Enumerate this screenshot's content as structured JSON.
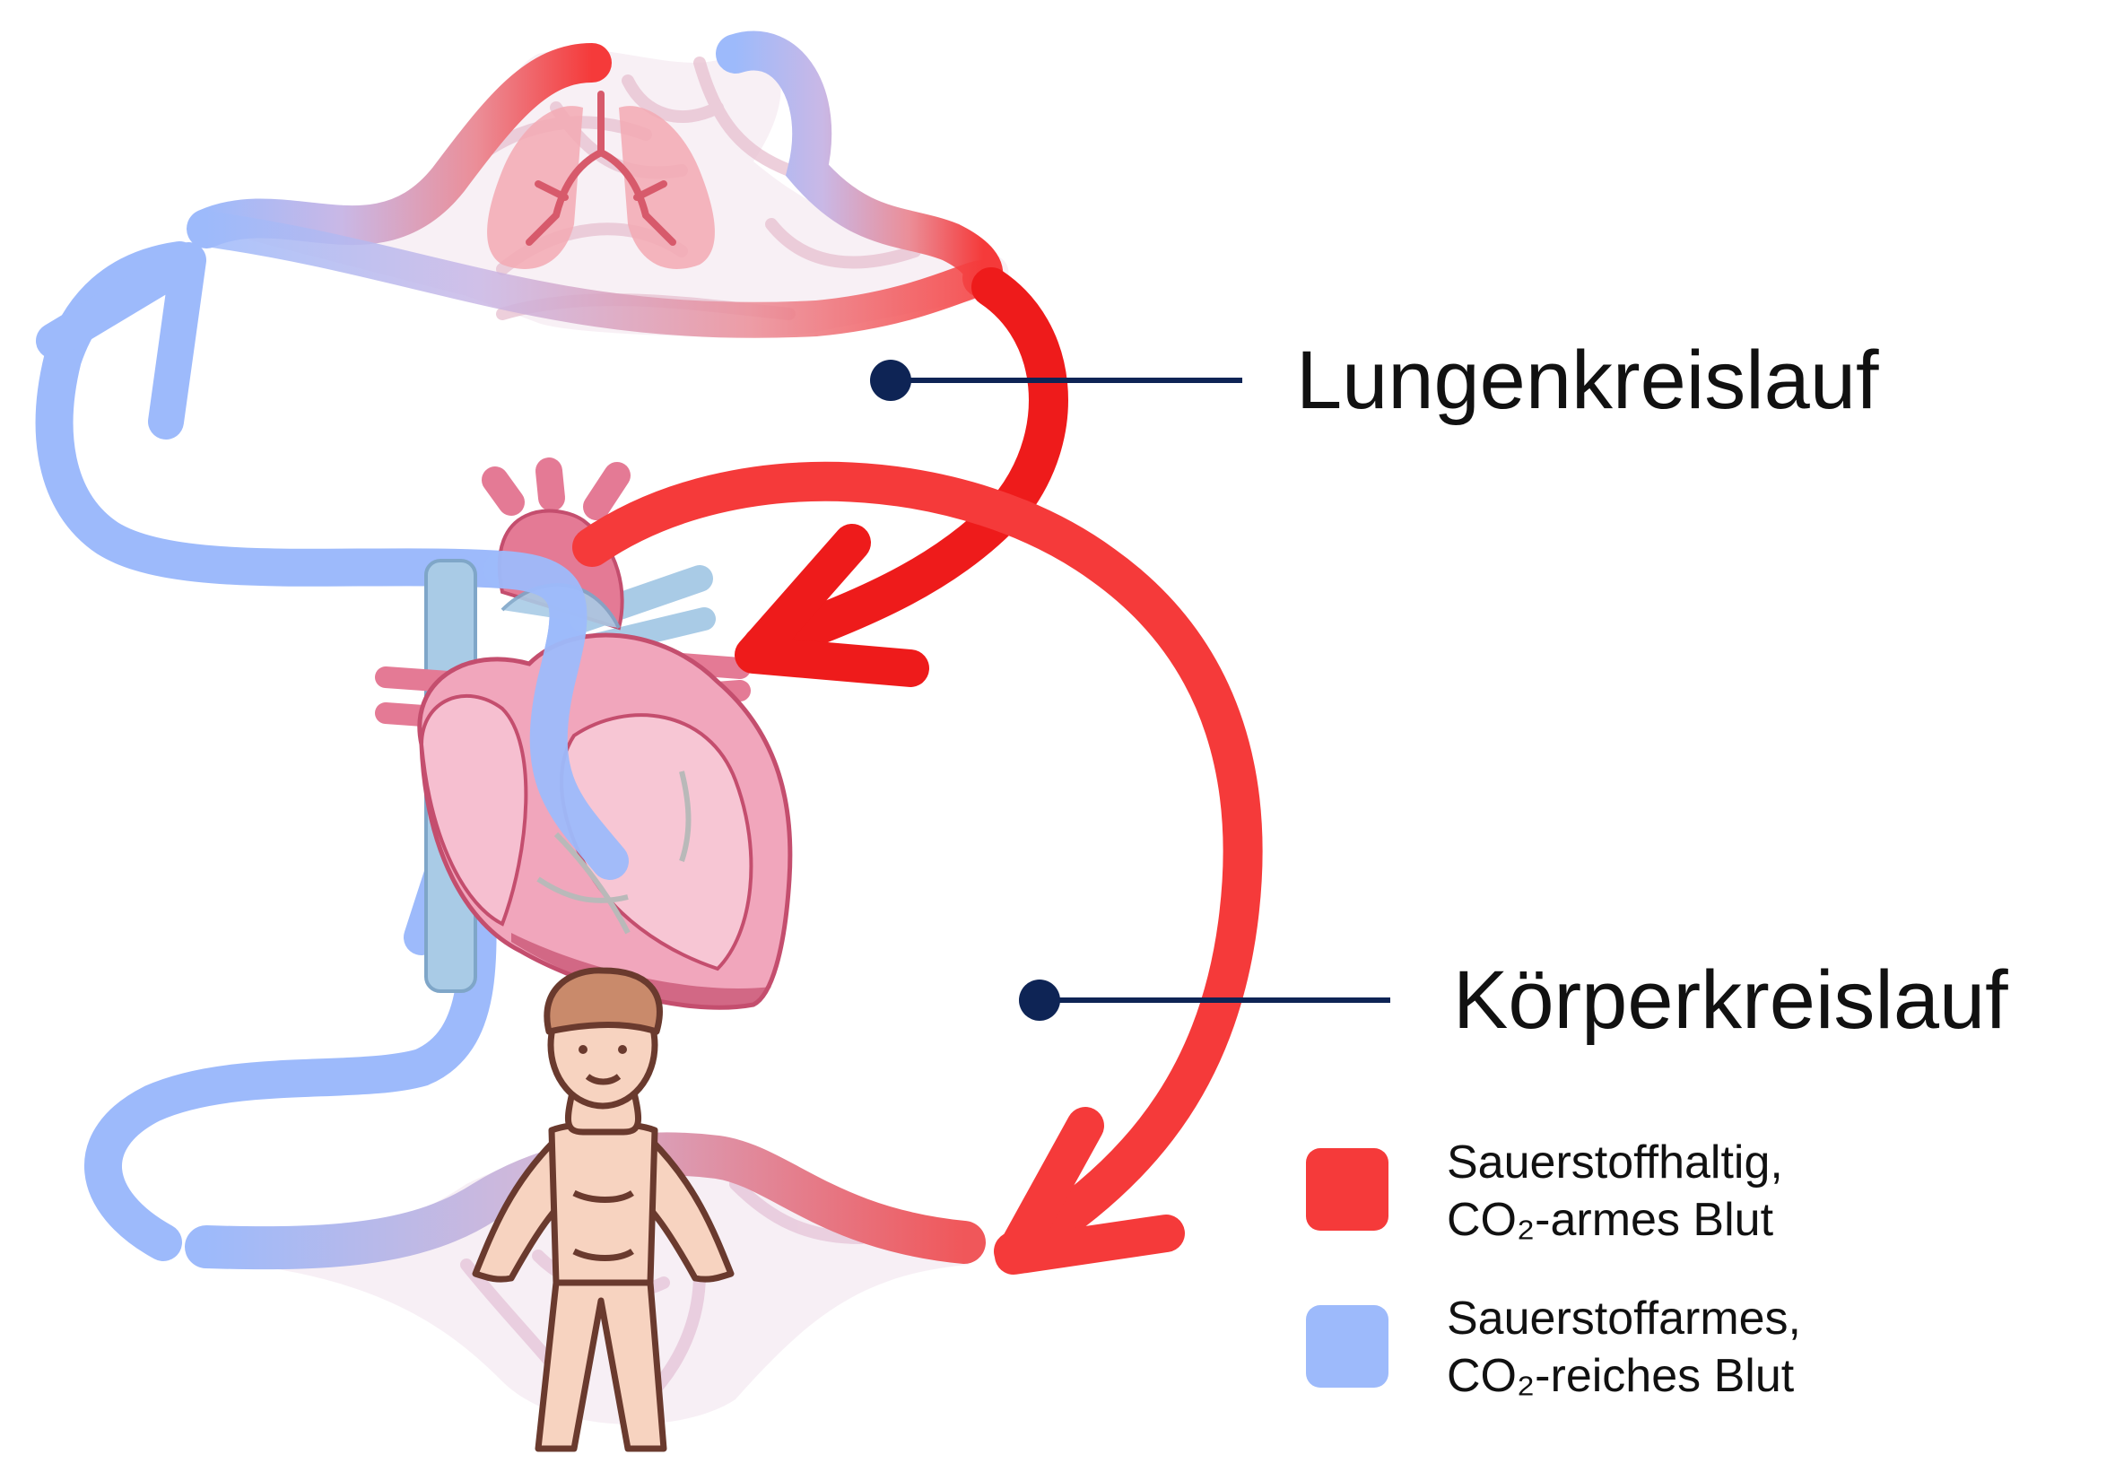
{
  "labels": {
    "pulmonary": "Lungenkreislauf",
    "systemic": "Körperkreislauf"
  },
  "legend": [
    {
      "color": "#F53A3A",
      "line1": "Sauerstoffhaltig,",
      "line2": "CO₂-armes Blut"
    },
    {
      "color": "#9DBAFB",
      "line1": "Sauerstoffarmes,",
      "line2": "CO₂-reiches Blut"
    }
  ],
  "colors": {
    "oxygenated": "#F53A3A",
    "deoxygenated": "#9DBAFB",
    "pointer": "#0E2455",
    "heart": "#EE8EA8",
    "vein": "#A9CBE6",
    "skin": "#F7D3C0",
    "hair": "#C98A6B"
  },
  "icons": [
    "lungs-icon",
    "heart-icon",
    "person-icon",
    "capillary-network-icon"
  ]
}
